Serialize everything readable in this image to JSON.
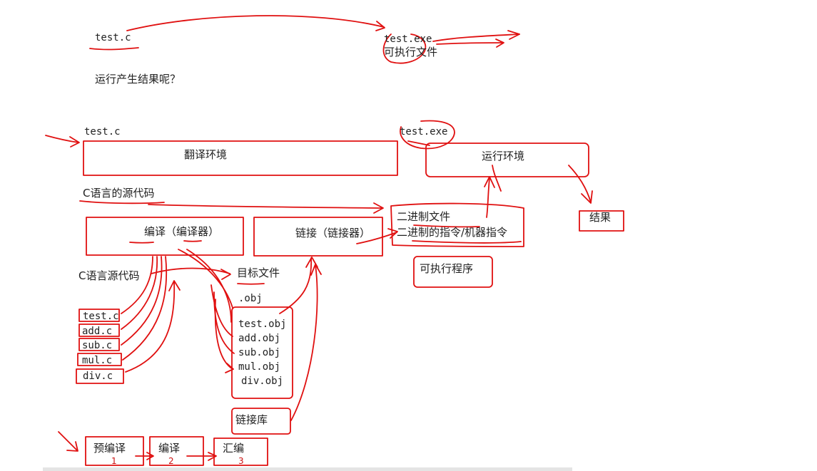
{
  "colors": {
    "ink": "#e01010",
    "text": "#222222"
  },
  "top": {
    "source_file": "test.c",
    "exe_file": "test.exe",
    "exe_desc": "可执行文件",
    "question": "运行产生结果呢？"
  },
  "environments": {
    "input_file": "test.c",
    "output_file": "test.exe",
    "translation_env": "翻译环境",
    "runtime_env": "运行环境",
    "result": "结果"
  },
  "translation": {
    "source_code_label": "C语言的源代码",
    "compile_box": "编译（编译器）",
    "link_box": "链接（链接器）",
    "binary_line1": "二进制文件",
    "binary_line2": "二进制的指令/机器指令",
    "executable": "可执行程序"
  },
  "sources": {
    "label": "C语言源代码",
    "files": [
      "test.c",
      "add.c",
      "sub.c",
      "mul.c",
      "div.c"
    ]
  },
  "objects": {
    "label": "目标文件",
    "ext": ".obj",
    "files": [
      "test.obj",
      "add.obj",
      "sub.obj",
      "mul.obj",
      "div.obj"
    ]
  },
  "library": "链接库",
  "stages": {
    "items": [
      {
        "label": "预编译",
        "num": "1"
      },
      {
        "label": "编译",
        "num": "2"
      },
      {
        "label": "汇编",
        "num": "3"
      }
    ]
  }
}
